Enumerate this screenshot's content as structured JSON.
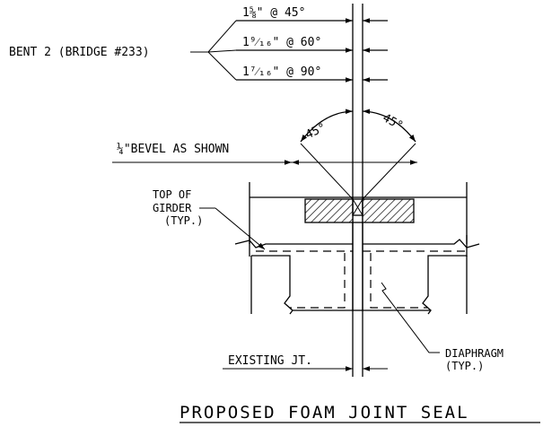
{
  "labels": {
    "bent": "BENT 2 (BRIDGE #233)",
    "dim1": "1⅝\" @ 45°",
    "dim2": "1⁹⁄₁₆\" @ 60°",
    "dim3": "1⁷⁄₁₆\" @ 90°",
    "angle_left": "45°",
    "angle_right": "45°",
    "bevel": "¼\"BEVEL AS SHOWN",
    "top_girder_1": "TOP OF",
    "top_girder_2": "GIRDER",
    "top_girder_3": "(TYP.)",
    "existing_joint": "EXISTING JT.",
    "diaphragm_1": "DIAPHRAGM",
    "diaphragm_2": "(TYP.)",
    "title": "PROPOSED FOAM JOINT SEAL"
  }
}
